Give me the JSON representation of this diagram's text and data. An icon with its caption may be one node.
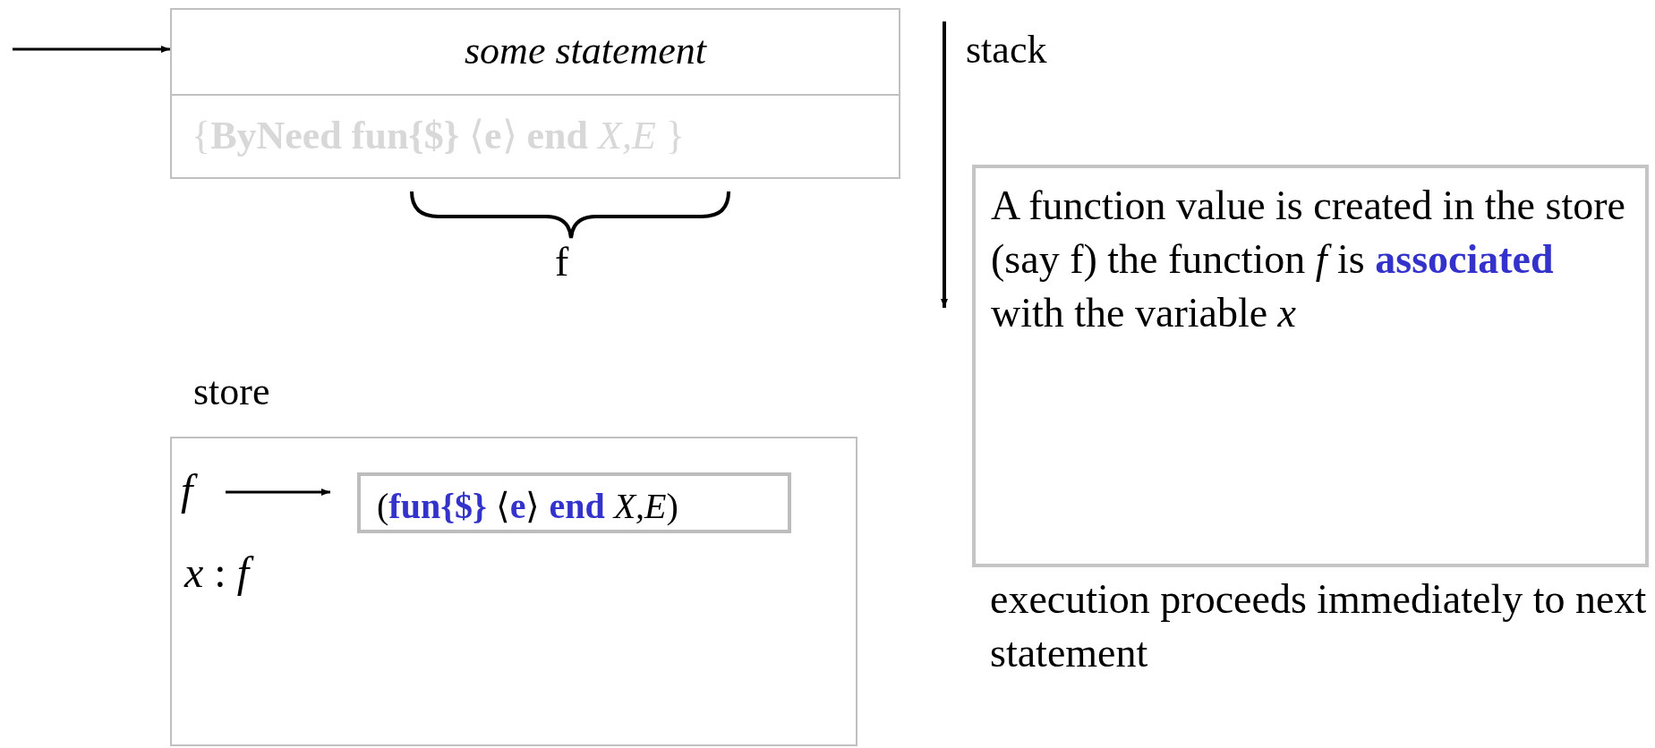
{
  "diagram": {
    "nodes": [
      {
        "text": [
          "*some statement*",
          "{**ByNeed fun{$}** ⟨**e**⟩ **end**  *X,E* }"
        ]
      },
      {
        "text": [
          "store"
        ]
      },
      {
        "text": [
          "*f*"
        ],
        "in": 1
      },
      {
        "text": [
          "(**fun{$}** ⟨**e**⟩ **end**  *X,E*)"
        ],
        "in": 1
      },
      {
        "text": [
          "A function value is created in the store (say f) the function *f* is **associated** with the variable *x*"
        ],
        "beside": [
          "execution proceeds immediately to next statement"
        ]
      }
    ],
    "edges": [
      {
        "from": null,
        "to": 0,
        "arrow": "to"
      },
      {
        "from": 2,
        "to": 3,
        "arrow": "to"
      }
    ],
    "labels": [
      "f",
      "stack",
      "*x* : *f*"
    ]
  }
}
